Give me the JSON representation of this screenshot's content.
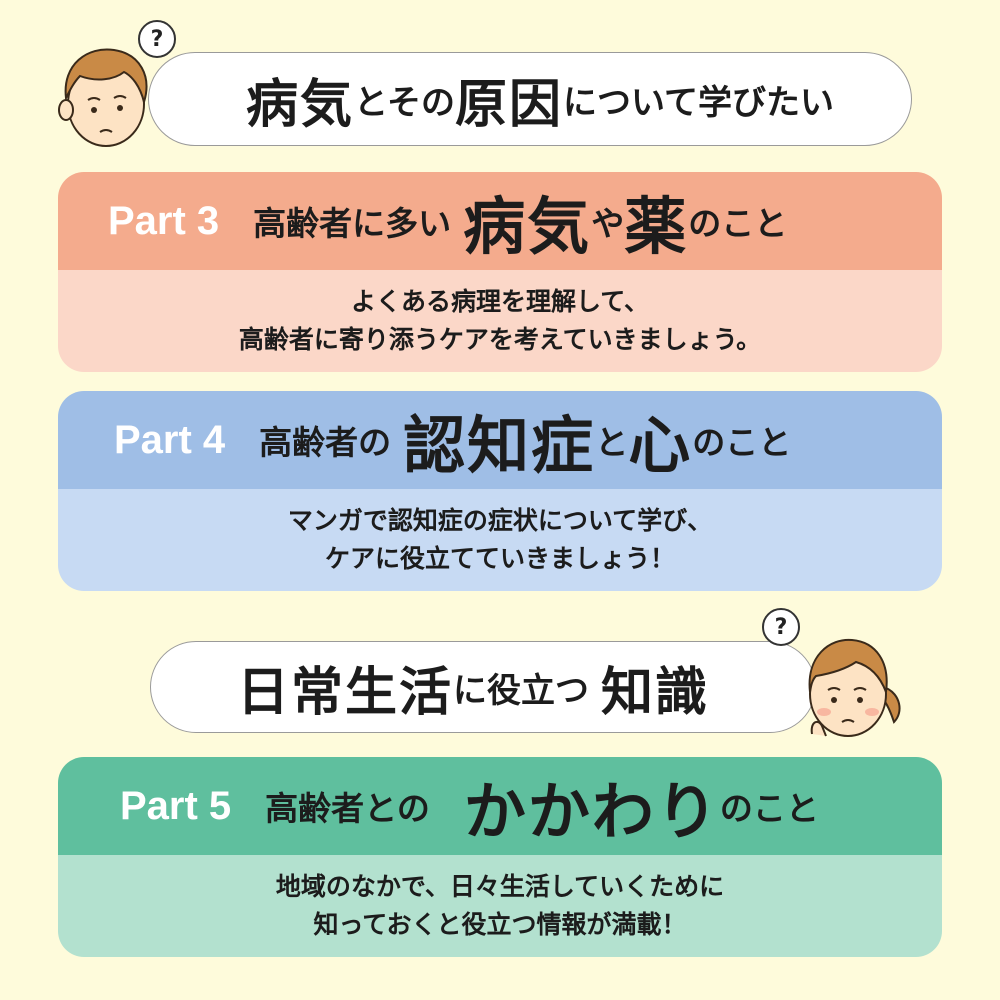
{
  "banner_top": {
    "seg1": "病気",
    "seg2": "とその",
    "seg3": "原因",
    "seg4": "について学びたい"
  },
  "banner_bottom": {
    "seg1": "日常生活",
    "seg2": "に役立つ",
    "seg3": "知識"
  },
  "question_mark": "?",
  "cards": [
    {
      "part": "Part 3",
      "h1": "高齢者に多い",
      "h2": "病気",
      "h3": "や",
      "h4": "薬",
      "h5": "のこと",
      "line1": "よくある病理を理解して、",
      "line2": "高齢者に寄り添うケアを考えていきましょう。"
    },
    {
      "part": "Part 4",
      "h1": "高齢者の",
      "h2": "認知症",
      "h3": "と",
      "h4": "心",
      "h5": "のこと",
      "line1": "マンガで認知症の症状について学び、",
      "line2": "ケアに役立てていきましょう！"
    },
    {
      "part": "Part 5",
      "h1": "高齢者との",
      "h2": "かかわり",
      "h3": "のこと",
      "line1": "地域のなかで、日々生活していくために",
      "line2": "知っておくと役立つ情報が満載！"
    }
  ],
  "colors": {
    "background": "#fefbdb",
    "part3_header": "#f4ab8d",
    "part3_body": "#fbd7c8",
    "part4_header": "#9fbee6",
    "part4_body": "#c7daf3",
    "part5_header": "#5fbf9e",
    "part5_body": "#b3e1cf"
  }
}
